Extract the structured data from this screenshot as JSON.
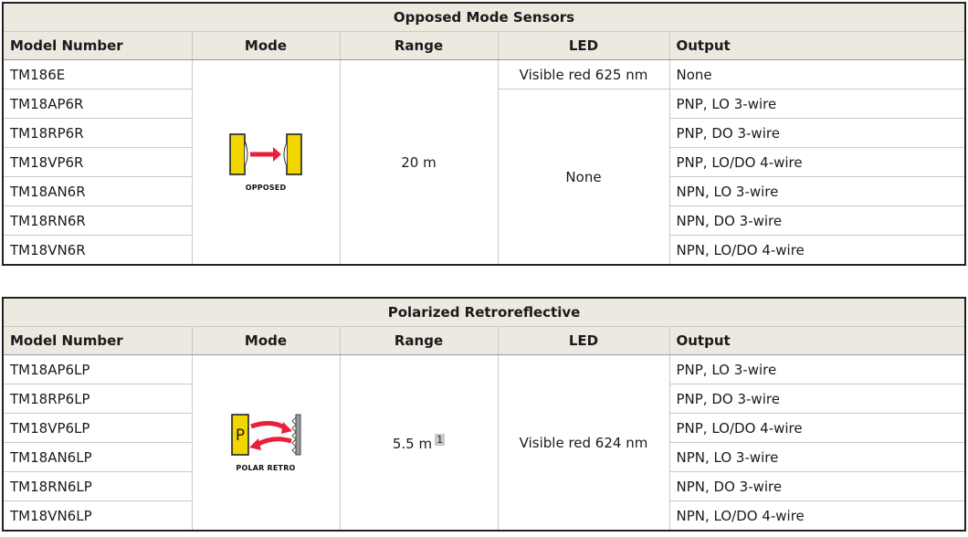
{
  "opposed": {
    "caption": "Opposed Mode Sensors",
    "headers": [
      "Model Number",
      "Mode",
      "Range",
      "LED",
      "Output"
    ],
    "rows": [
      {
        "model": "TM186E",
        "output": "None"
      },
      {
        "model": "TM18AP6R",
        "output": "PNP, LO 3-wire"
      },
      {
        "model": "TM18RP6R",
        "output": "PNP, DO 3-wire"
      },
      {
        "model": "TM18VP6R",
        "output": "PNP, LO/DO 4-wire"
      },
      {
        "model": "TM18AN6R",
        "output": "NPN, LO 3-wire"
      },
      {
        "model": "TM18RN6R",
        "output": "NPN, DO 3-wire"
      },
      {
        "model": "TM18VN6R",
        "output": "NPN, LO/DO 4-wire"
      }
    ],
    "mode_icon_label": "OPPOSED",
    "range": "20 m",
    "led_first": "Visible red 625 nm",
    "led_rest": "None"
  },
  "polar": {
    "caption": "Polarized Retroreflective",
    "headers": [
      "Model Number",
      "Mode",
      "Range",
      "LED",
      "Output"
    ],
    "rows": [
      {
        "model": "TM18AP6LP",
        "output": "PNP, LO 3-wire"
      },
      {
        "model": "TM18RP6LP",
        "output": "PNP, DO 3-wire"
      },
      {
        "model": "TM18VP6LP",
        "output": "PNP, LO/DO 4-wire"
      },
      {
        "model": "TM18AN6LP",
        "output": "NPN, LO 3-wire"
      },
      {
        "model": "TM18RN6LP",
        "output": "NPN, DO 3-wire"
      },
      {
        "model": "TM18VN6LP",
        "output": "NPN, LO/DO 4-wire"
      }
    ],
    "mode_icon_label": "POLAR RETRO",
    "mode_icon_letter": "P",
    "range": "5.5 m",
    "range_note": "1",
    "led": "Visible red 624 nm"
  },
  "colors": {
    "header_bg": "#ede9e1",
    "sensor_yellow": "#f2d600",
    "beam_red": "#e8213a"
  }
}
